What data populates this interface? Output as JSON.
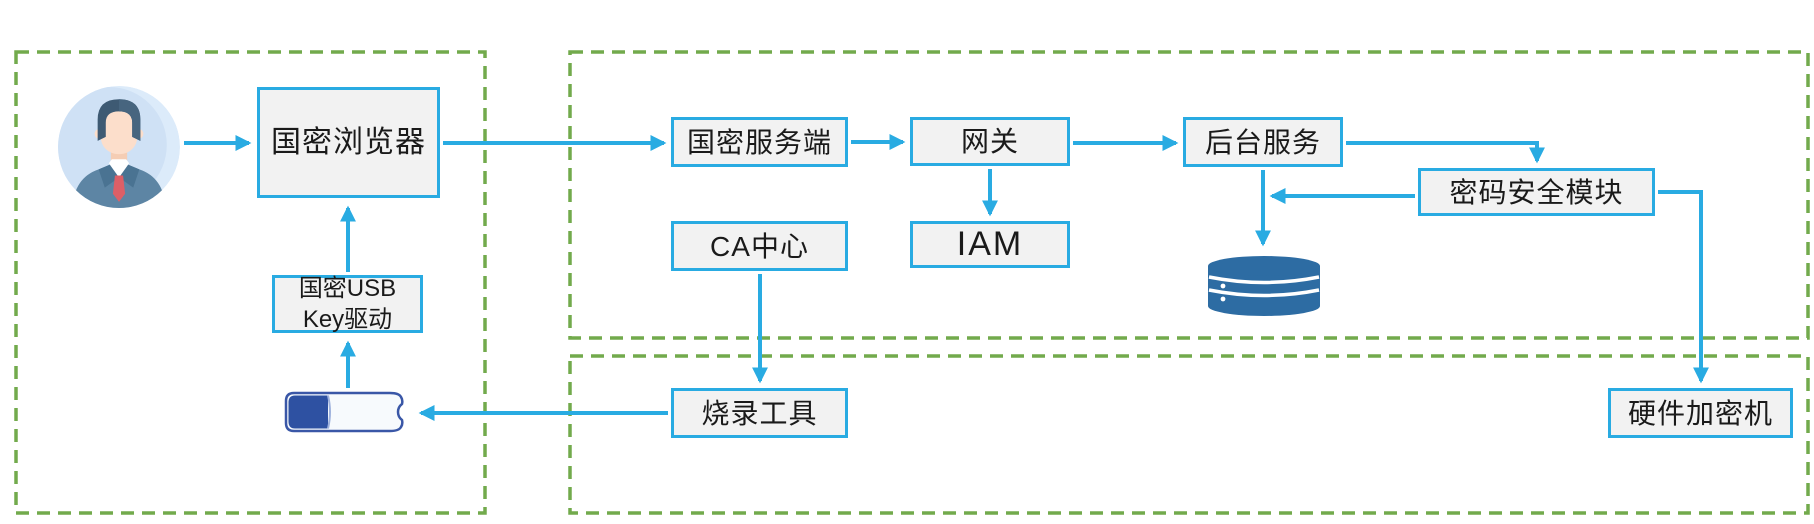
{
  "diagram": {
    "nodes": {
      "browser": {
        "label": "国密浏览器"
      },
      "sm_server": {
        "label": "国密服务端"
      },
      "gateway": {
        "label": "网关"
      },
      "backend": {
        "label": "后台服务"
      },
      "security_module": {
        "label": "密码安全模块"
      },
      "ca_center": {
        "label": "CA中心"
      },
      "iam": {
        "label": "IAM"
      },
      "usb_key_driver": {
        "line1": "国密USB",
        "line2": "Key驱动"
      },
      "burn_tool": {
        "label": "烧录工具"
      },
      "hsm": {
        "label": "硬件加密机"
      }
    },
    "icons": [
      {
        "name": "user-avatar-icon"
      },
      {
        "name": "database-icon"
      },
      {
        "name": "usb-key-icon"
      }
    ],
    "zones": [
      {
        "id": "client-zone"
      },
      {
        "id": "service-zone"
      },
      {
        "id": "hardware-zone"
      }
    ],
    "edges": [
      {
        "from": "user-avatar",
        "to": "browser"
      },
      {
        "from": "browser",
        "to": "sm_server"
      },
      {
        "from": "sm_server",
        "to": "gateway"
      },
      {
        "from": "gateway",
        "to": "backend"
      },
      {
        "from": "gateway",
        "to": "iam"
      },
      {
        "from": "backend",
        "to": "security_module"
      },
      {
        "from": "security_module",
        "to": "backend"
      },
      {
        "from": "backend",
        "to": "database"
      },
      {
        "from": "security_module",
        "to": "hsm"
      },
      {
        "from": "ca_center",
        "to": "burn_tool"
      },
      {
        "from": "burn_tool",
        "to": "usb_key"
      },
      {
        "from": "usb_key",
        "to": "usb_key_driver"
      },
      {
        "from": "usb_key_driver",
        "to": "browser"
      }
    ],
    "colors": {
      "arrow": "#29abe2",
      "node_border": "#29abe2",
      "node_fill": "#f2f2f2",
      "zone_border": "#72aa4c",
      "database": "#2d6ca3",
      "usb_cap": "#2e51a2",
      "text": "#1a1a1a",
      "background": "#ffffff"
    }
  }
}
